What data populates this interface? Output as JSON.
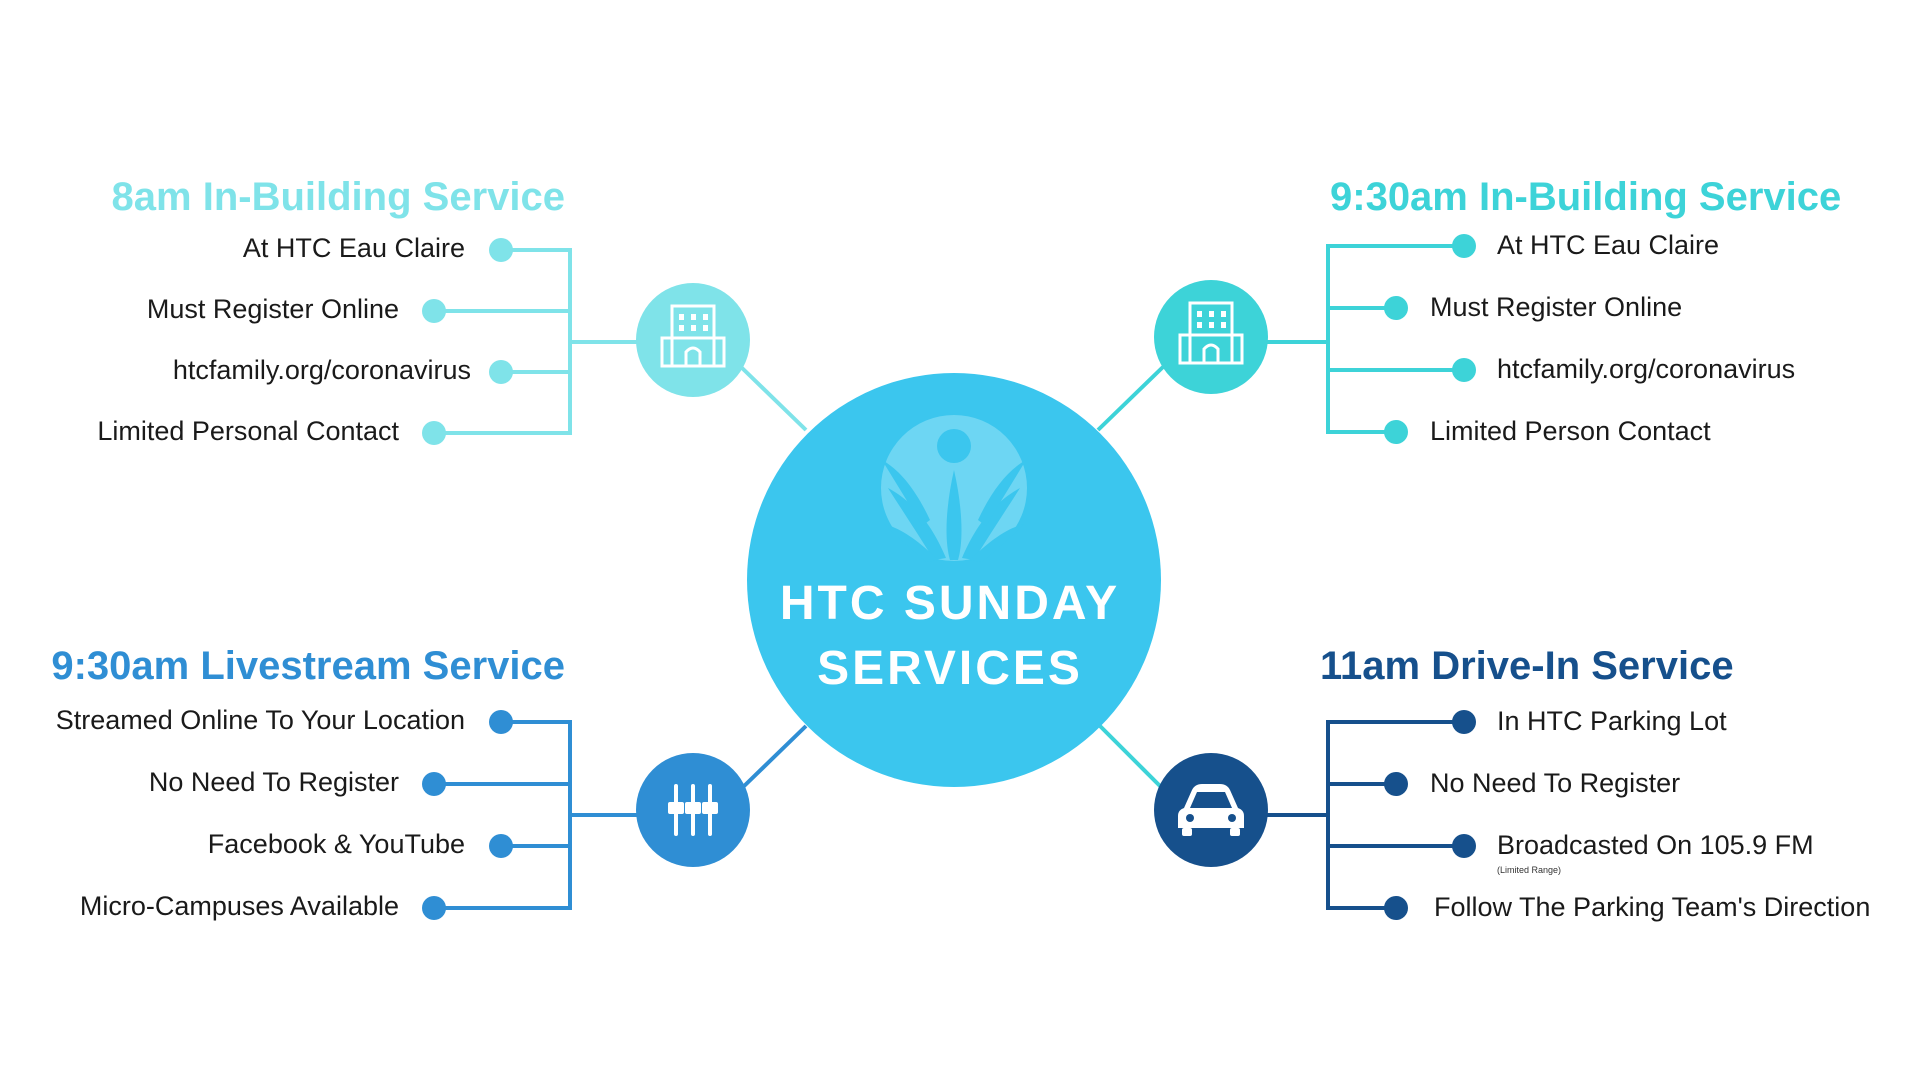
{
  "center": {
    "title_line1": "HTC SUNDAY",
    "title_line2": "SERVICES",
    "logo_icon": "church-leaves-logo-icon",
    "color": "#3bc6ee"
  },
  "branches": {
    "top_left": {
      "title": "8am In-Building Service",
      "color": "#7fe3e9",
      "icon": "building-icon",
      "items": [
        "At HTC Eau Claire",
        "Must Register Online",
        "htcfamily.org/coronavirus",
        "Limited Personal Contact"
      ]
    },
    "top_right": {
      "title": "9:30am In-Building Service",
      "color": "#3dd3d8",
      "icon": "building-icon",
      "items": [
        "At HTC Eau Claire",
        "Must Register Online",
        "htcfamily.org/coronavirus",
        "Limited Person Contact"
      ]
    },
    "bottom_left": {
      "title": "9:30am Livestream Service",
      "color": "#2f8ed4",
      "icon": "mixer-sliders-icon",
      "items": [
        "Streamed Online To Your Location",
        "No Need To Register",
        "Facebook & YouTube",
        "Micro-Campuses Available"
      ]
    },
    "bottom_right": {
      "title": "11am Drive-In Service",
      "color": "#16508c",
      "icon": "car-icon",
      "items": [
        "In HTC Parking Lot",
        "No Need To Register",
        "Broadcasted On 105.9 FM",
        "Follow The Parking Team's Direction"
      ],
      "note": "(Limited Range)"
    }
  }
}
